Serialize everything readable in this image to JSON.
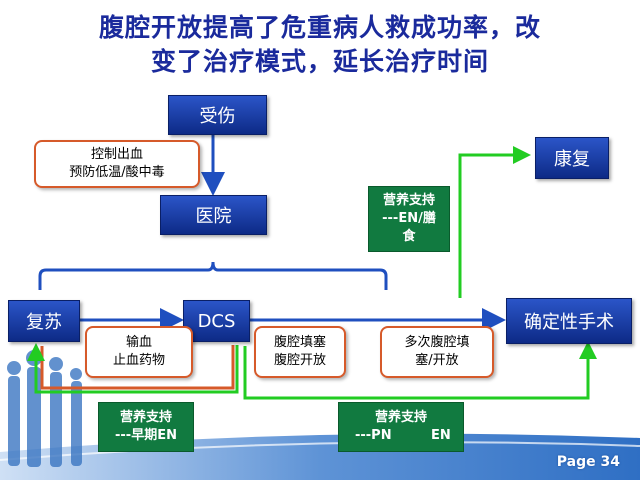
{
  "title": {
    "line1": "腹腔开放提高了危重病人救成功率，改",
    "line2": "变了治疗模式，延长治疗时间"
  },
  "boxes": {
    "injury": "受伤",
    "hospital": "医院",
    "resuscitation": "复苏",
    "dcs": "DCS",
    "definitive_surgery": "确定性手术",
    "recovery": "康复"
  },
  "notes": {
    "control": [
      "控制出血",
      "预防低温/酸中毒"
    ],
    "transfusion": [
      "输血",
      "止血药物"
    ],
    "packing": [
      "腹腔填塞",
      "腹腔开放"
    ],
    "multiple": [
      "多次腹腔填",
      "塞/开放"
    ]
  },
  "nutrition": {
    "early": [
      "营养支持",
      "---早期EN"
    ],
    "pn_en": {
      "line1": "营养支持",
      "pn": "---PN",
      "en": "EN"
    },
    "en_diet": [
      "营养支持",
      "---EN/膳",
      "食"
    ]
  },
  "page_label": "Page 34",
  "colors": {
    "title": "#1a2a9c",
    "box": "#163a9c",
    "note_border": "#d65a2a",
    "green_arrow": "#22cc22",
    "blue_arrow": "#1f4fbf",
    "nutrition_box": "#117a40"
  }
}
